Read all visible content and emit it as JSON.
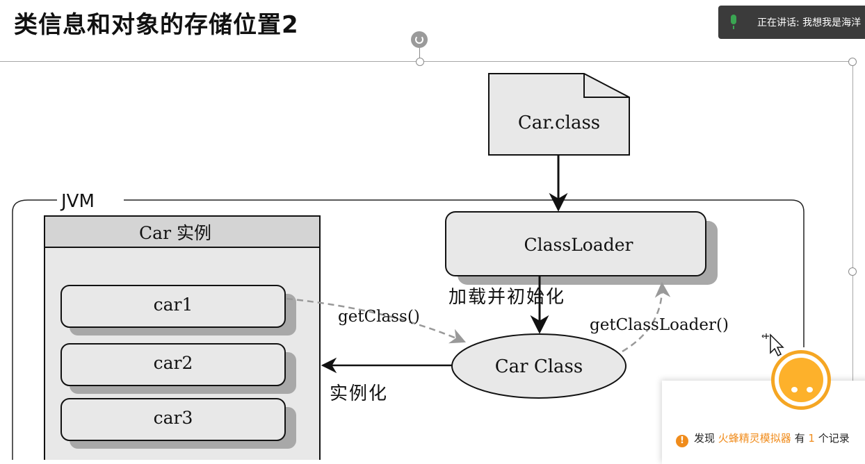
{
  "slide": {
    "title": "类信息和对象的存储位置2"
  },
  "speaking": {
    "text": "正在讲话: 我想我是海洋"
  },
  "popup": {
    "prefix": "发现",
    "app": "火蜂精灵模拟器",
    "middle": "有",
    "count": "1",
    "suffix": "个记录"
  },
  "diagram": {
    "file": "Car.class",
    "jvm": "JVM",
    "classloader": "ClassLoader",
    "instances_title": "Car 实例",
    "instances": [
      "car1",
      "car2",
      "car3"
    ],
    "car_class": "Car Class",
    "load_label": "加载并初始化",
    "getclass_label": "getClass()",
    "getclassloader_label": "getClassLoader()",
    "instantiate_label": "实例化"
  },
  "colors": {
    "box_fill": "#e8e8e8",
    "header_fill": "#d4d4d4",
    "shadow": "#a8a8a8",
    "accent": "#f08c1c"
  }
}
